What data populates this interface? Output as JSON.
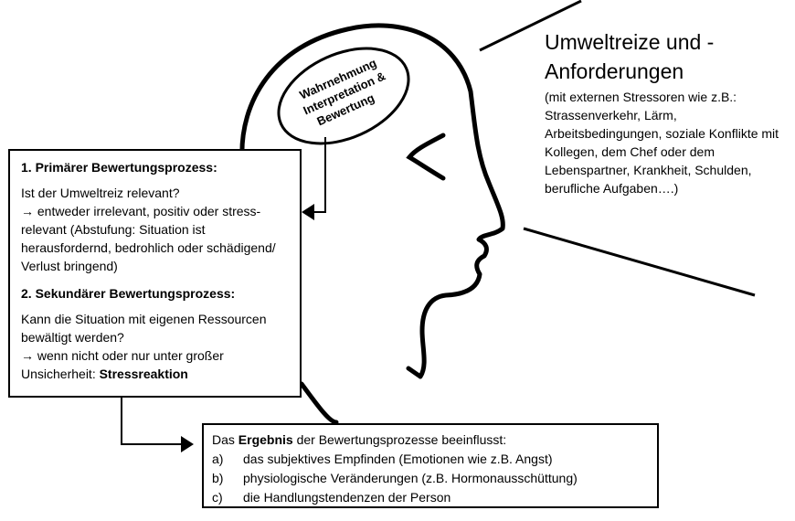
{
  "ellipse": {
    "line1": "Wahrnehmung",
    "line2": "Interpretation &",
    "line3": "Bewertung"
  },
  "environment": {
    "title_line1": "Umweltreize und -",
    "title_line2": "Anforderungen",
    "description": "(mit externen Stressoren wie z.B.: Strassenverkehr, Lärm, Arbeitsbedingungen, soziale Konflikte mit Kollegen, dem Chef oder dem Lebenspartner, Krankheit, Schulden, berufliche Aufgaben….)"
  },
  "left_box": {
    "heading1": "1. Primärer Bewertungsprozess:",
    "q1": "Ist der Umweltreiz relevant?",
    "a1": "→ entweder irrelevant, positiv oder stress-relevant (Abstufung: Situation ist herausfordernd, bedrohlich oder schädigend/ Verlust bringend)",
    "heading2": "2. Sekundärer Bewertungsprozess:",
    "q2": "Kann die Situation mit eigenen Ressourcen bewältigt werden?",
    "a2_prefix": "→ wenn nicht oder nur unter großer Unsicherheit: ",
    "a2_bold": "Stressreaktion"
  },
  "bottom_box": {
    "intro_pre": "Das ",
    "intro_bold": "Ergebnis",
    "intro_post": " der Bewertungsprozesse beeinflusst:",
    "items": [
      {
        "marker": "a)",
        "text": "das subjektives Empfinden (Emotionen wie z.B. Angst)"
      },
      {
        "marker": "b)",
        "text": "physiologische Veränderungen (z.B. Hormonausschüttung)"
      },
      {
        "marker": "c)",
        "text": "die Handlungstendenzen der Person"
      }
    ]
  }
}
